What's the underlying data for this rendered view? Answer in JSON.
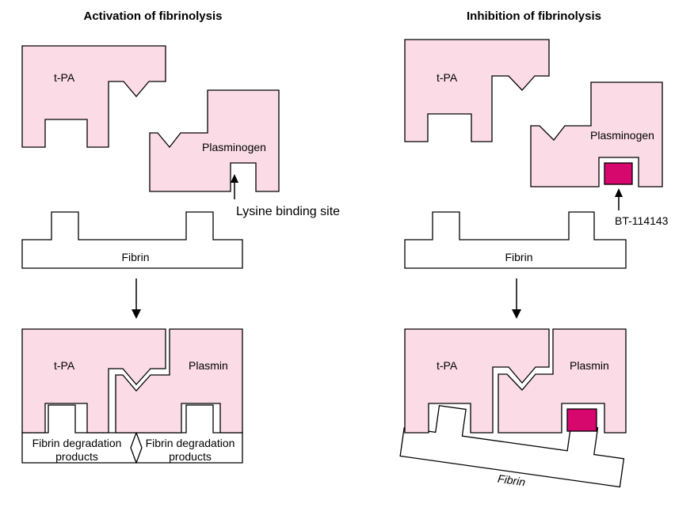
{
  "left_panel": {
    "title": "Activation of fibrinolysis",
    "tpa_label": "t-PA",
    "plasminogen_label": "Plasminogen",
    "binding_site_label": "Lysine binding site",
    "fibrin_label": "Fibrin",
    "result_tpa_label": "t-PA",
    "plasmin_label": "Plasmin",
    "fdp_left_line1": "Fibrin degradation",
    "fdp_left_line2": "products",
    "fdp_right_line1": "Fibrin degradation",
    "fdp_right_line2": "products"
  },
  "right_panel": {
    "title": "Inhibition of fibrinolysis",
    "tpa_label": "t-PA",
    "plasminogen_label": "Plasminogen",
    "inhibitor_label": "BT-114143",
    "fibrin_label": "Fibrin",
    "result_tpa_label": "t-PA",
    "plasmin_label": "Plasmin",
    "displaced_fibrin_label": "Fibrin"
  },
  "colors": {
    "protein_fill": "#fadbe6",
    "inhibitor_fill": "#d6086e",
    "fibrin_fill": "#ffffff",
    "outline": "#000000"
  }
}
